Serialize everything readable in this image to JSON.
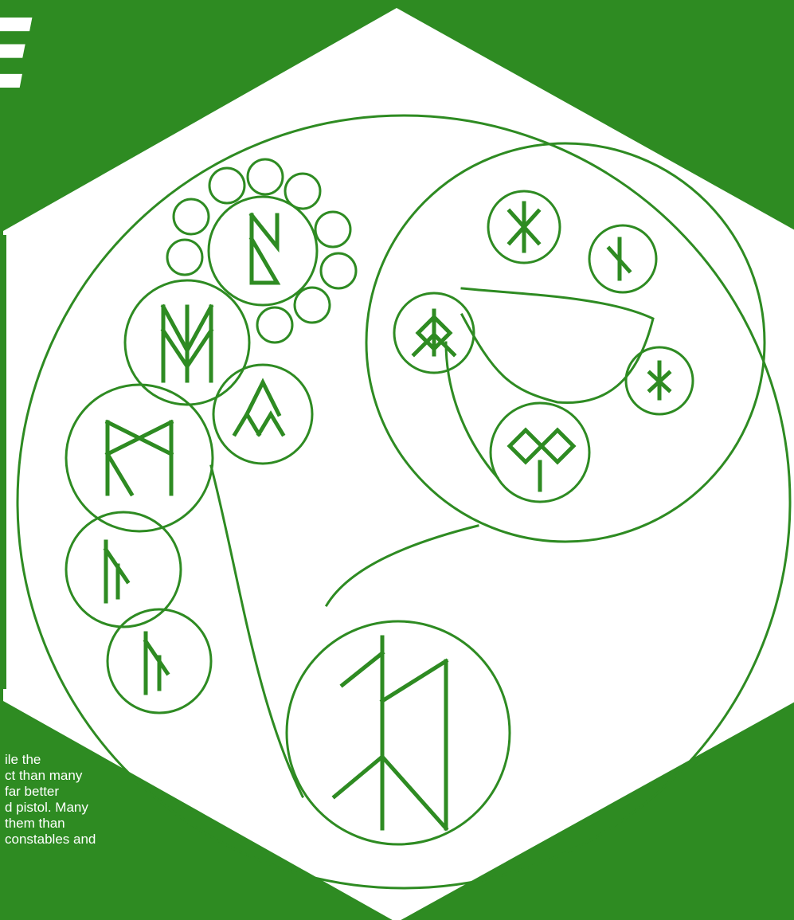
{
  "page": {
    "title_fragment": "E",
    "colors": {
      "background": "#2e8b22",
      "panel": "#ffffff",
      "ink": "#2e8b22"
    }
  },
  "text_block": {
    "lines": [
      "ile the",
      "ct than many",
      " far better",
      "d pistol. Many",
      " them than",
      " constables and"
    ]
  },
  "emblem": {
    "shape": "hexagon",
    "content": "bind-rune-triskelion",
    "arm_groups": [
      "spiral-left",
      "spiral-right",
      "spiral-bottom"
    ]
  }
}
